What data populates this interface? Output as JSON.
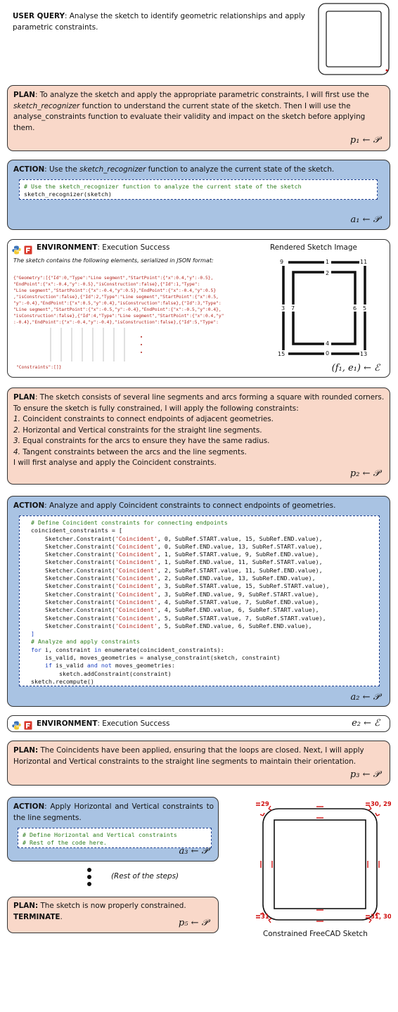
{
  "query": {
    "label": "USER QUERY",
    "text": ": Analyse the sketch to identify geometric relationships and apply  parametric constraints."
  },
  "plan1": {
    "label": "PLAN",
    "t1": ": To analyze the sketch and apply the appropriate parametric constraints, I will first use the ",
    "fn": "sketch_recognizer",
    "t2": " function to understand the current state of the sketch. Then I will use the analyse_constraints function to evaluate their validity and impact on the sketch before applying them.",
    "tag": "p₁ ← 𝒫"
  },
  "action1": {
    "label": "ACTION",
    "t1": ": Use the ",
    "fn": "sketch_recognizer",
    "t2": " function to analyze the current state of the sketch.",
    "code_comment": "# Use the sketch_recognizer function to analyze the current state of the sketch",
    "code_call": "sketch_recognizer(sketch)",
    "tag": "a₁ ← 𝒫"
  },
  "env1": {
    "label": "ENVIRONMENT",
    "status": ": Execution Success",
    "desc": "The sketch contains the following elements, serialized in JSON format:",
    "json_lines": [
      "{\"Geometry\":[{\"Id\":0,\"Type\":\"Line segment\",\"StartPoint\":{\"x\":0.4,\"y\":-0.5},",
      "\"EndPoint\":{\"x\":-0.4,\"y\":-0.5},\"isConstruction\":false},{\"Id\":1,\"Type\":",
      "\"Line segment\",\"StartPoint\":{\"x\":-0.4,\"y\":0.5},\"EndPoint\":{\"x\":-0.4,\"y\":0.5}",
      ",\"isConstruction\":false},{\"Id\":2,\"Type\":\"Line segment\",\"StartPoint\":{\"x\":0.5,",
      "\"y\":-0.4},\"EndPoint\":{\"x\":0.5,\"y\":0.4},\"isConstruction\":false},{\"Id\":3,\"Type\":",
      "\"Line segment\",\"StartPoint\":{\"x\":-0.5,\"y\":-0.4},\"EndPoint\":{\"x\":-0.5,\"y\":0.4},",
      "\"isConstruction\":false},{\"Id\":4,\"Type\":\"Line segment\",\"StartPoint\":{\"x\":0.4,\"y\"",
      ":-0.4},\"EndPoint\":{\"x\":-0.4,\"y\":-0.4},\"isConstruction\":false},{\"Id\":5,\"Type\":"
    ],
    "constraints_line": "\"Constraints\":[]}",
    "rendered_title": "Rendered Sketch Image",
    "tag": "(f₁, e₁) ← ℰ",
    "sketch_labels": [
      "0",
      "1",
      "2",
      "3",
      "4",
      "5",
      "6",
      "7",
      "9",
      "11",
      "13",
      "15"
    ],
    "corner_labels": [
      "9",
      "11",
      "13",
      "15"
    ]
  },
  "plan2": {
    "label": "PLAN",
    "t1": ": The sketch consists of several line segments and arcs forming a square with rounded corners. To ensure the sketch is fully constrained, I will apply the following constraints:",
    "items": [
      {
        "n": "1.",
        "t": " Coincident constraints to connect endpoints of adjacent geometries."
      },
      {
        "n": "2.",
        "t": " Horizontal and Vertical constraints for the straight line segments."
      },
      {
        "n": "3.",
        "t": " Equal constraints for the arcs to ensure they have the same radius."
      },
      {
        "n": "4.",
        "t": " Tangent constraints between the arcs and the line segments."
      }
    ],
    "t2": "I will first analyse and apply the Coincident constraints.",
    "tag": "p₂ ← 𝒫"
  },
  "action2": {
    "label": "ACTION",
    "text": ": Analyze and apply Coincident constraints to connect endpoints of geometries.",
    "comment1": "# Define Coincident constraints for connecting endpoints",
    "list_open": "coincident_constraints = [",
    "constraints": [
      {
        "a": "0",
        "sa": "SubRef.START.value",
        "b": "15",
        "sb": "SubRef.END.value"
      },
      {
        "a": "0",
        "sa": "SubRef.END.value",
        "b": "13",
        "sb": "SubRef.START.value"
      },
      {
        "a": "1",
        "sa": "SubRef.START.value",
        "b": "9",
        "sb": "SubRef.END.value"
      },
      {
        "a": "1",
        "sa": "SubRef.END.value",
        "b": "11",
        "sb": "SubRef.START.value"
      },
      {
        "a": "2",
        "sa": "SubRef.START.value",
        "b": "11",
        "sb": "SubRef.END.value"
      },
      {
        "a": "2",
        "sa": "SubRef.END.value",
        "b": "13",
        "sb": "SubRef.END.value"
      },
      {
        "a": "3",
        "sa": "SubRef.START.value",
        "b": "15",
        "sb": "SubRef.START.value"
      },
      {
        "a": "3",
        "sa": "SubRef.END.value",
        "b": "9",
        "sb": "SubRef.START.value"
      },
      {
        "a": "4",
        "sa": "SubRef.START.value",
        "b": "7",
        "sb": "SubRef.END.value"
      },
      {
        "a": "4",
        "sa": "SubRef.END.value",
        "b": "6",
        "sb": "SubRef.START.value"
      },
      {
        "a": "5",
        "sa": "SubRef.START.value",
        "b": "7",
        "sb": "SubRef.START.value"
      },
      {
        "a": "5",
        "sa": "SubRef.END.value",
        "b": "6",
        "sb": "SubRef.END.value"
      }
    ],
    "ctor_prefix": "Sketcher.Constraint(",
    "ctor_type": "'Coincident'",
    "list_close": "]",
    "comment2": "# Analyze and apply constraints",
    "loop_kw": "for",
    "loop_mid": " i, constraint ",
    "loop_in": "in",
    "loop_fn": " enumerate(coincident_constraints):",
    "analyse_line": "is_valid, moves_geometries = analyse_constraint(sketch, constraint)",
    "if_kw": "if",
    "if_mid": " is_valid ",
    "and_kw": "and",
    "not_kw": "not",
    "if_end": " moves_geometries:",
    "add_line": "sketch.addConstraint(constraint)",
    "recompute": "sketch.recompute()",
    "tag": "a₂ ← 𝒫"
  },
  "env2": {
    "label": "ENVIRONMENT",
    "status": ":  Execution Success",
    "tag": "e₂ ← ℰ"
  },
  "plan3": {
    "label": "PLAN:",
    "text": " The Coincidents have been applied, ensuring that the loops are closed. Next, I will apply Horizontal and Vertical constraints to the straight line segments to maintain their orientation.",
    "tag": "p₃ ← 𝒫"
  },
  "action3": {
    "label": "ACTION",
    "text": ":  Apply  Horizontal  and  Vertical constraints to the line segments.",
    "comment1": "# Define Horizontal and Vertical constraints",
    "comment2": "# Rest of the code here.",
    "tag": "a₃ ← 𝒫"
  },
  "rest": "(Rest of the steps)",
  "plan5": {
    "label": "PLAN:",
    "text": " The sketch is now properly constrained.",
    "terminate": "TERMINATE",
    "dot": ".",
    "tag": "p₅ ← 𝒫"
  },
  "constrained": {
    "caption": "Constrained FreeCAD Sketch",
    "labels": [
      "29",
      "30, 29",
      "31",
      "31, 30"
    ]
  }
}
